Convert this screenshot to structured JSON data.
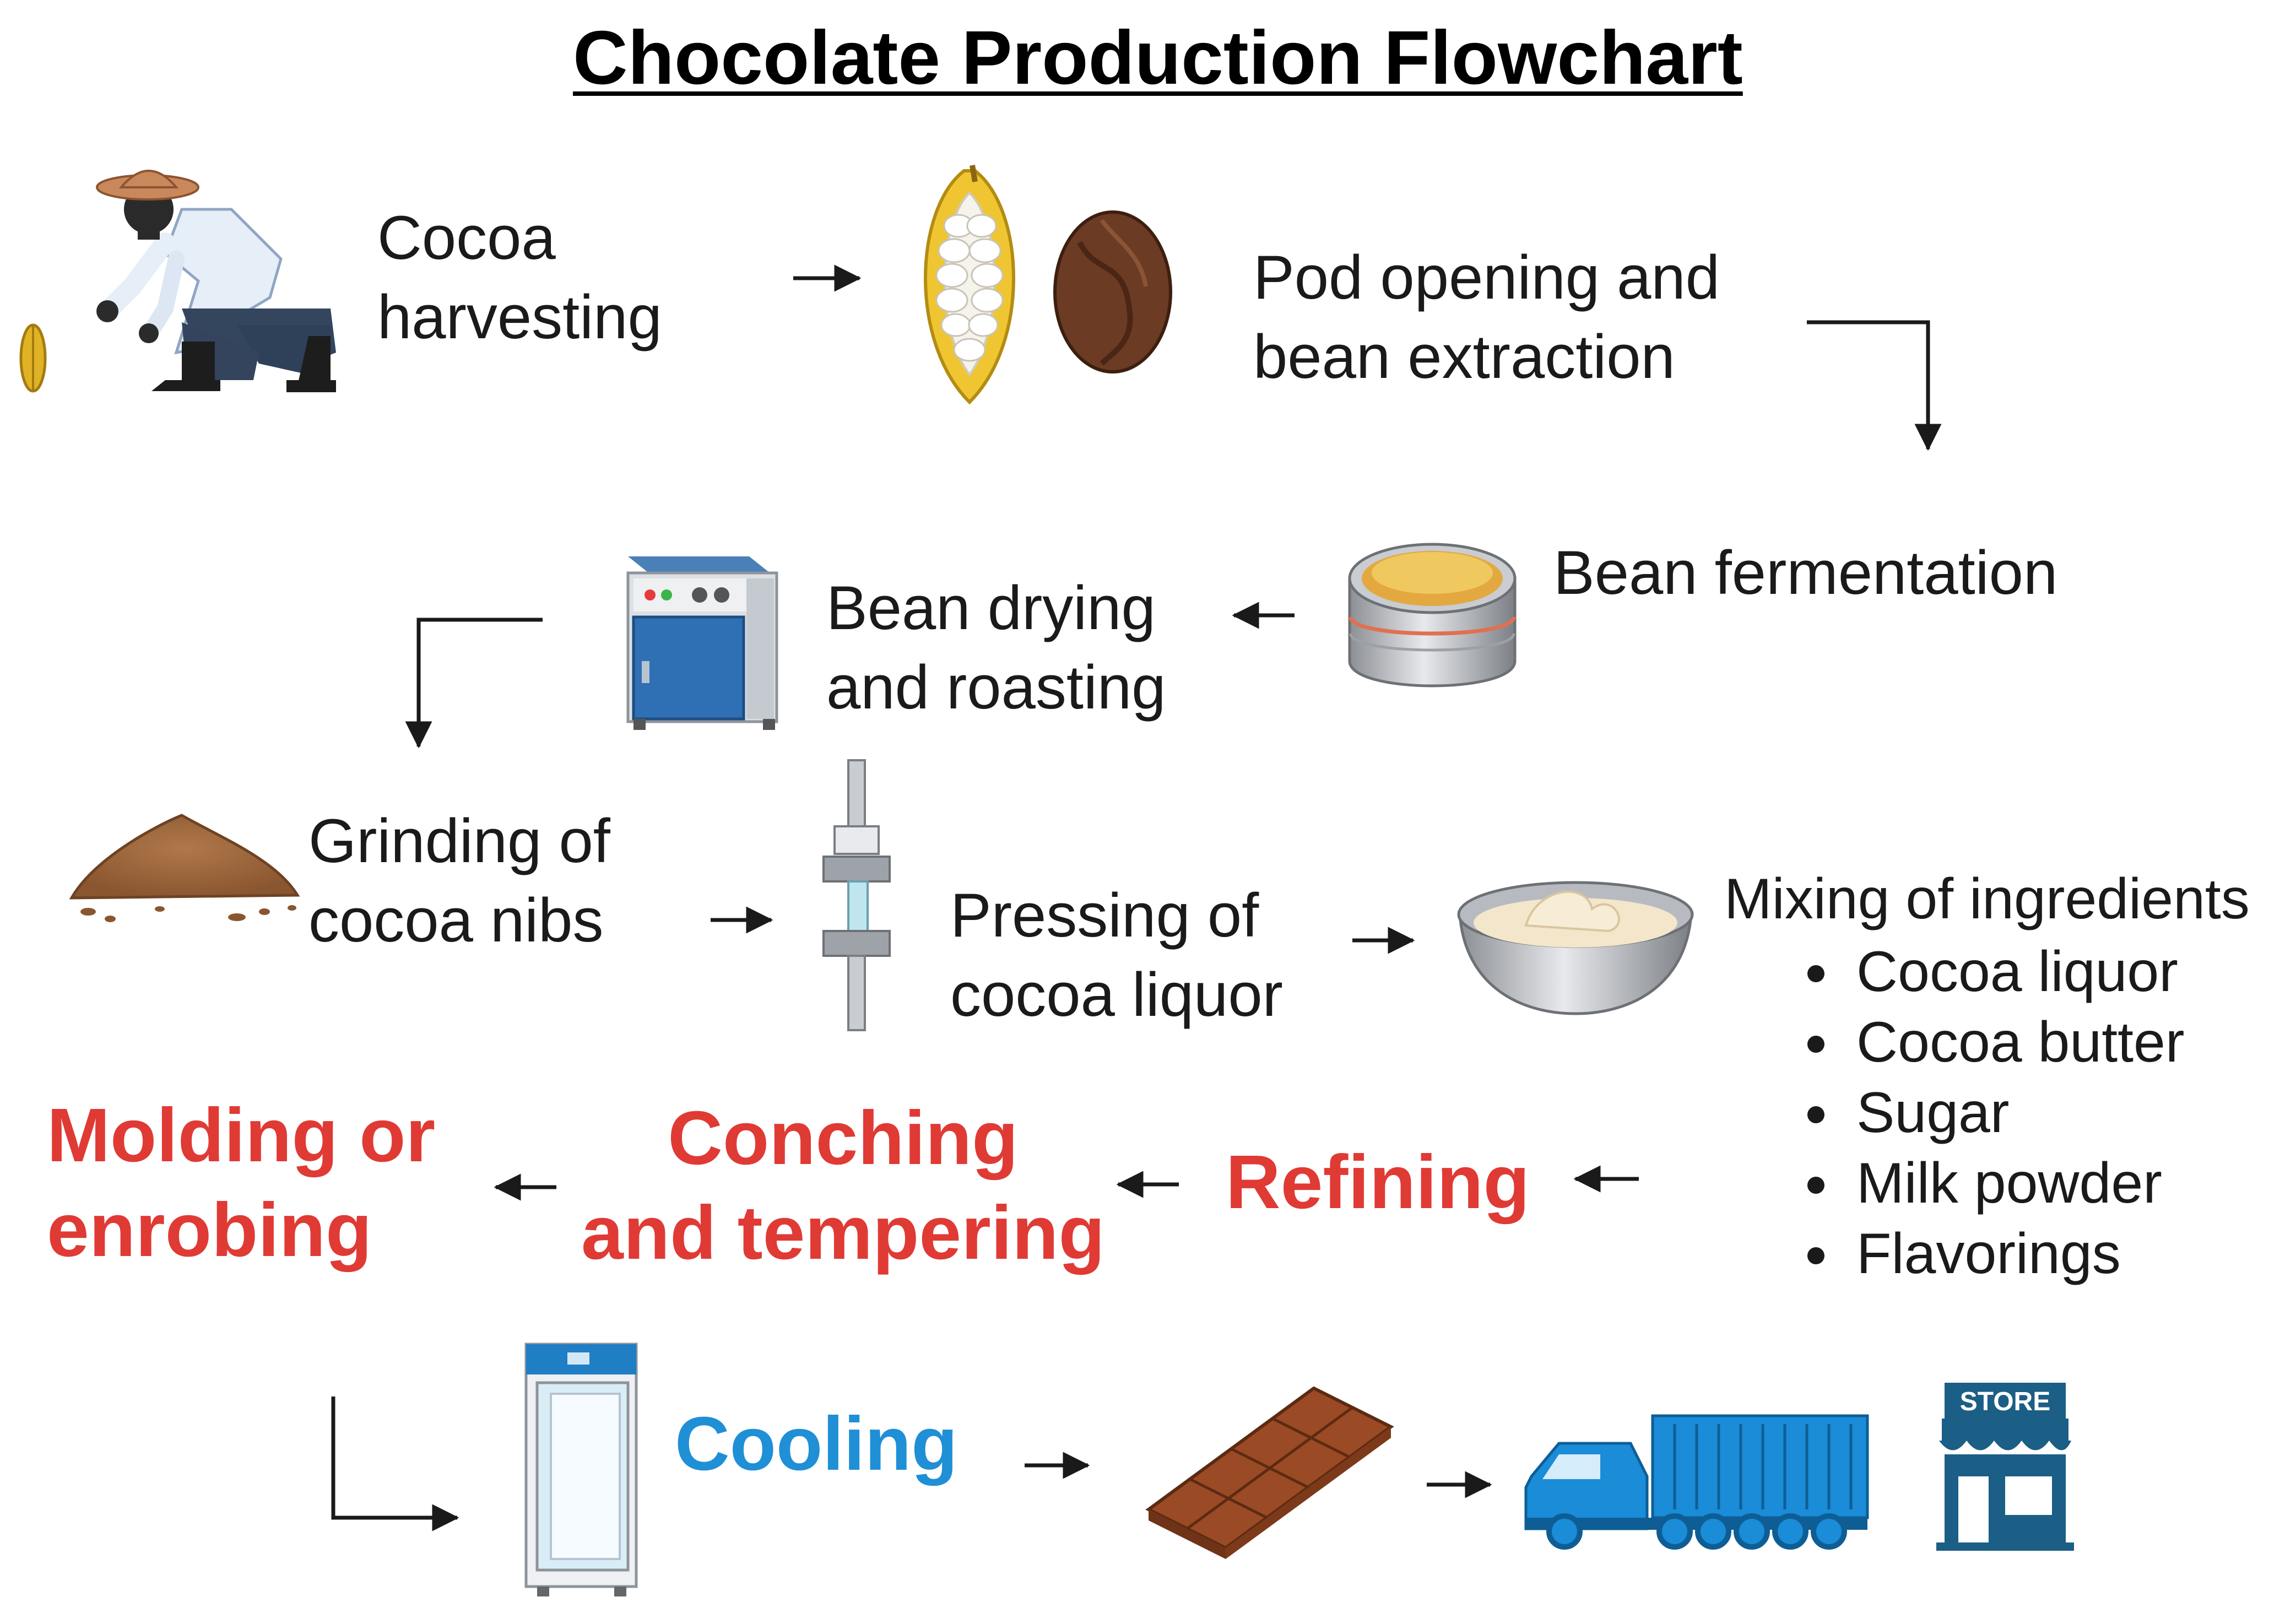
{
  "title": "Chocolate Production Flowchart",
  "steps": {
    "harvesting": "Cocoa\nharvesting",
    "pod_opening": "Pod opening and\nbean extraction",
    "fermentation": "Bean fermentation",
    "drying": "Bean drying\nand roasting",
    "grinding": "Grinding of\ncocoa nibs",
    "pressing": "Pressing of\ncocoa liquor",
    "mixing": "Mixing of ingredients",
    "refining": "Refining",
    "conching": "Conching\nand tempering",
    "molding": "Molding or\nenrobing",
    "cooling": "Cooling"
  },
  "ingredients": [
    "Cocoa liquor",
    "Cocoa butter",
    "Sugar",
    "Milk powder",
    "Flavorings"
  ],
  "store_sign": "STORE",
  "colors": {
    "red_steps": "#e03a35",
    "blue_step": "#1f8fd6",
    "arrows": "#1a1a1a"
  },
  "icons": [
    "farmer-icon",
    "cocoa-pod-icon",
    "cocoa-pod-open-icon",
    "cocoa-bean-icon",
    "fermentation-tin-icon",
    "oven-icon",
    "cocoa-powder-pile-icon",
    "press-icon",
    "mixing-bowl-icon",
    "refrigerator-icon",
    "chocolate-bar-icon",
    "delivery-truck-icon",
    "store-icon"
  ]
}
